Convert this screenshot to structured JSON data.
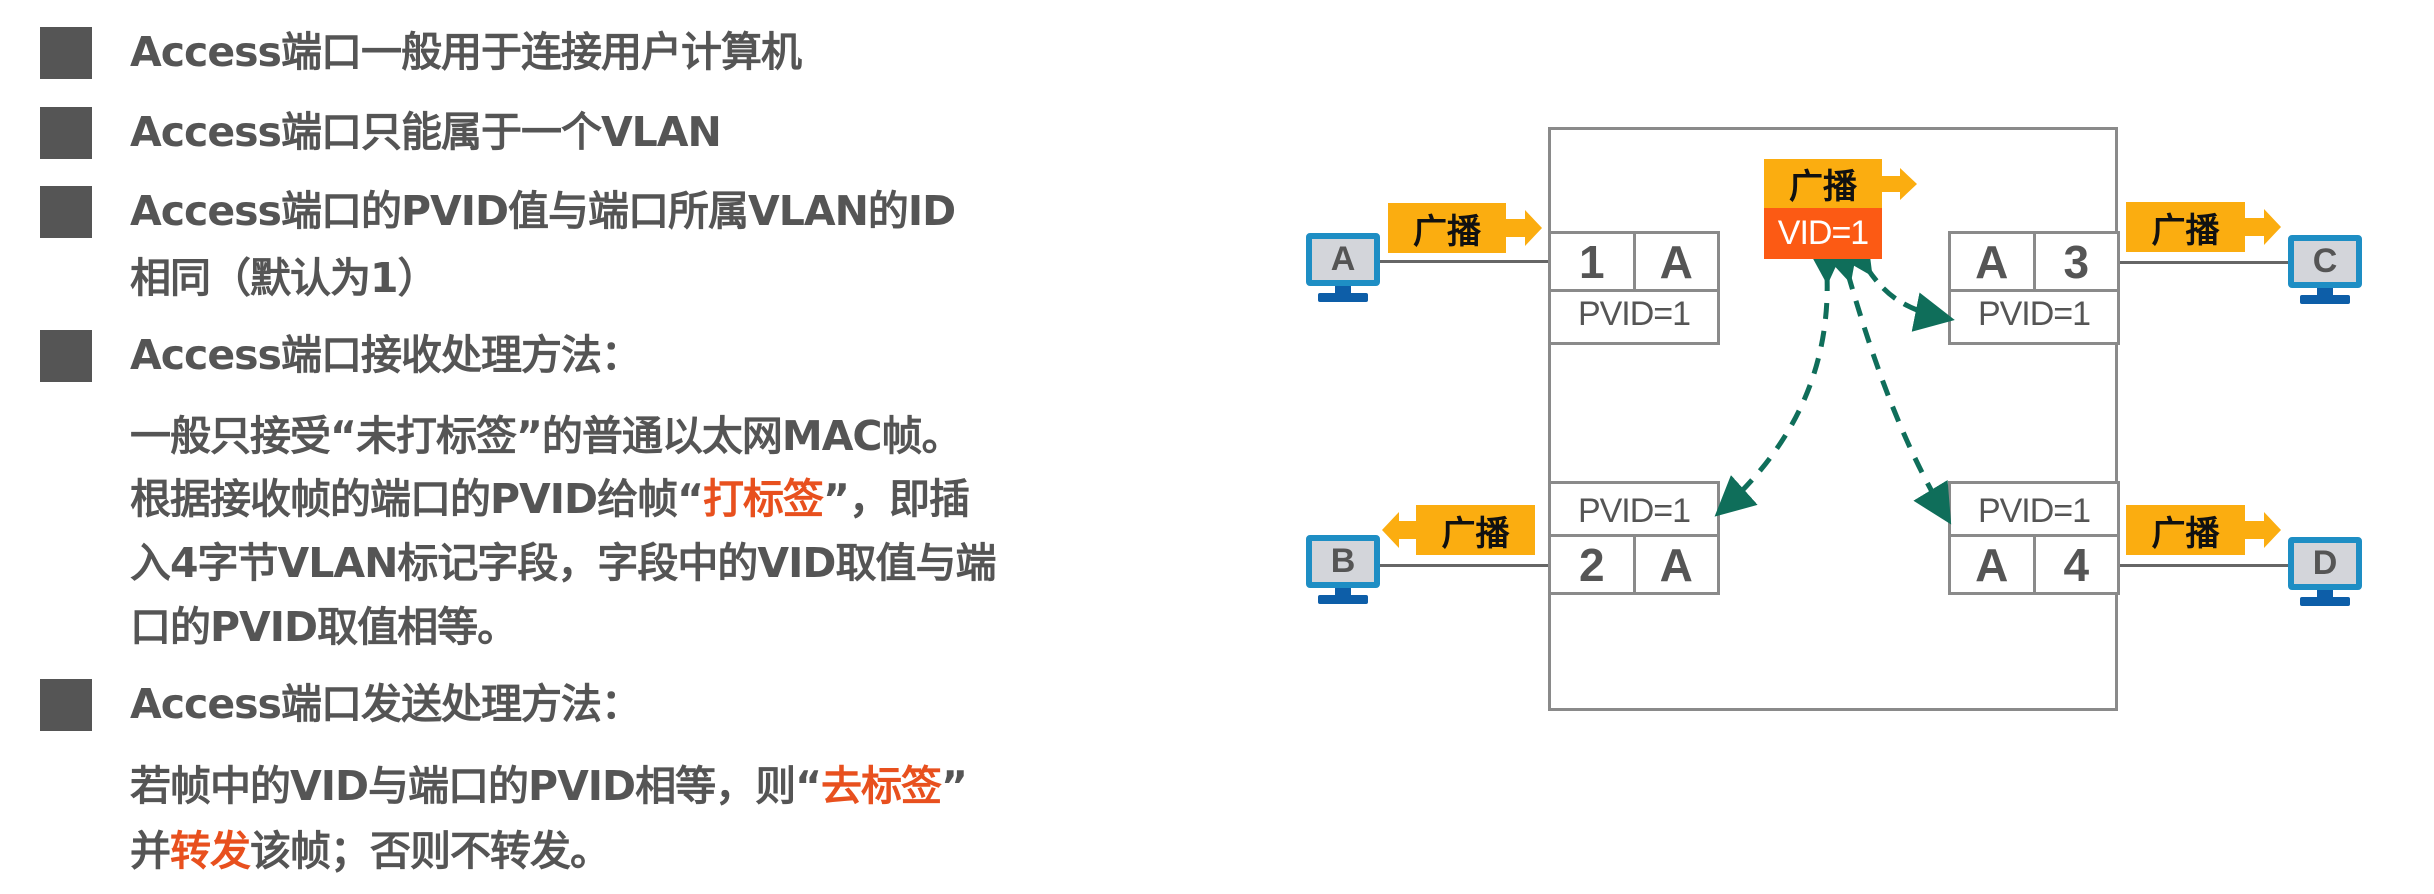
{
  "bullets": {
    "b1": {
      "text": "Access端口一般用于连接用户计算机"
    },
    "b2": {
      "text": "Access端口只能属于一个VLAN"
    },
    "b3": {
      "line1": "Access端口的PVID值与端口所属VLAN的ID",
      "line2": "相同（默认为1）"
    },
    "b4": {
      "title": "Access端口接收处理方法：",
      "sub1": "一般只接受“未打标签”的普通以太网MAC帧。",
      "sub2_pre": "根据接收帧的端口的PVID给帧“",
      "sub2_hl": "打标签",
      "sub2_post": "”，即插",
      "sub3": "入4字节VLAN标记字段，字段中的VID取值与端",
      "sub4": "口的PVID取值相等。"
    },
    "b5": {
      "title": "Access端口发送处理方法：",
      "sub1_pre": "若帧中的VID与端口的PVID相等，则“",
      "sub1_hl": "去标签",
      "sub1_post": "”",
      "sub2_pre": "并",
      "sub2_hl": "转发",
      "sub2_post": "该帧；否则不转发。"
    }
  },
  "diagram": {
    "broadcast_label": "广播",
    "tagged_frame": {
      "label": "广播",
      "vid": "VID=1"
    },
    "ports": [
      {
        "number": "1",
        "type": "A",
        "pvid": "PVID=1"
      },
      {
        "number": "2",
        "type": "A",
        "pvid": "PVID=1"
      },
      {
        "number": "3",
        "type": "A",
        "pvid": "PVID=1"
      },
      {
        "number": "4",
        "type": "A",
        "pvid": "PVID=1"
      }
    ],
    "hosts": [
      {
        "name": "A",
        "direction": "in"
      },
      {
        "name": "B",
        "direction": "out"
      },
      {
        "name": "C",
        "direction": "out"
      },
      {
        "name": "D",
        "direction": "out"
      }
    ],
    "colors": {
      "broadcast": "#fbad10",
      "vid": "#fc5a14",
      "arrows": "#0f6e5a",
      "monitor": "#1e8ec4",
      "highlight": "#e8501e"
    }
  }
}
